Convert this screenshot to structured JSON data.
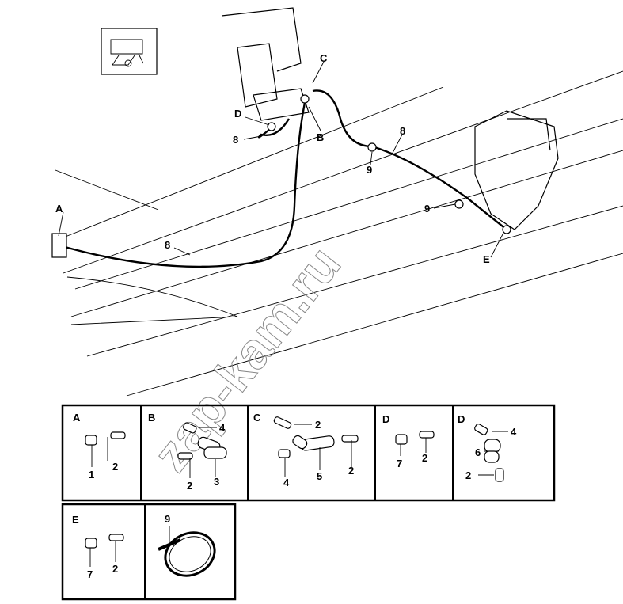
{
  "watermark": "zap-kam.ru",
  "main_callouts": {
    "c": "C",
    "d": "D",
    "b": "B",
    "a": "A",
    "e": "E",
    "hose_1": "8",
    "hose_2": "8",
    "hose_3": "8",
    "clamp_1": "9",
    "clamp_2": "9"
  },
  "detail_panels": [
    {
      "title": "A",
      "parts": [
        "1",
        "2"
      ]
    },
    {
      "title": "B",
      "parts": [
        "4",
        "2",
        "3"
      ]
    },
    {
      "title": "C",
      "parts": [
        "2",
        "4",
        "5",
        "2"
      ]
    },
    {
      "title": "D",
      "parts": [
        "7",
        "2"
      ]
    },
    {
      "title": "D",
      "parts": [
        "4",
        "6",
        "2"
      ]
    },
    {
      "title": "E",
      "parts": [
        "7",
        "2"
      ]
    },
    {
      "title": "",
      "parts": [
        "9"
      ]
    }
  ],
  "colors": {
    "ink": "#000000",
    "paper": "#ffffff",
    "watermark": "#888888"
  }
}
